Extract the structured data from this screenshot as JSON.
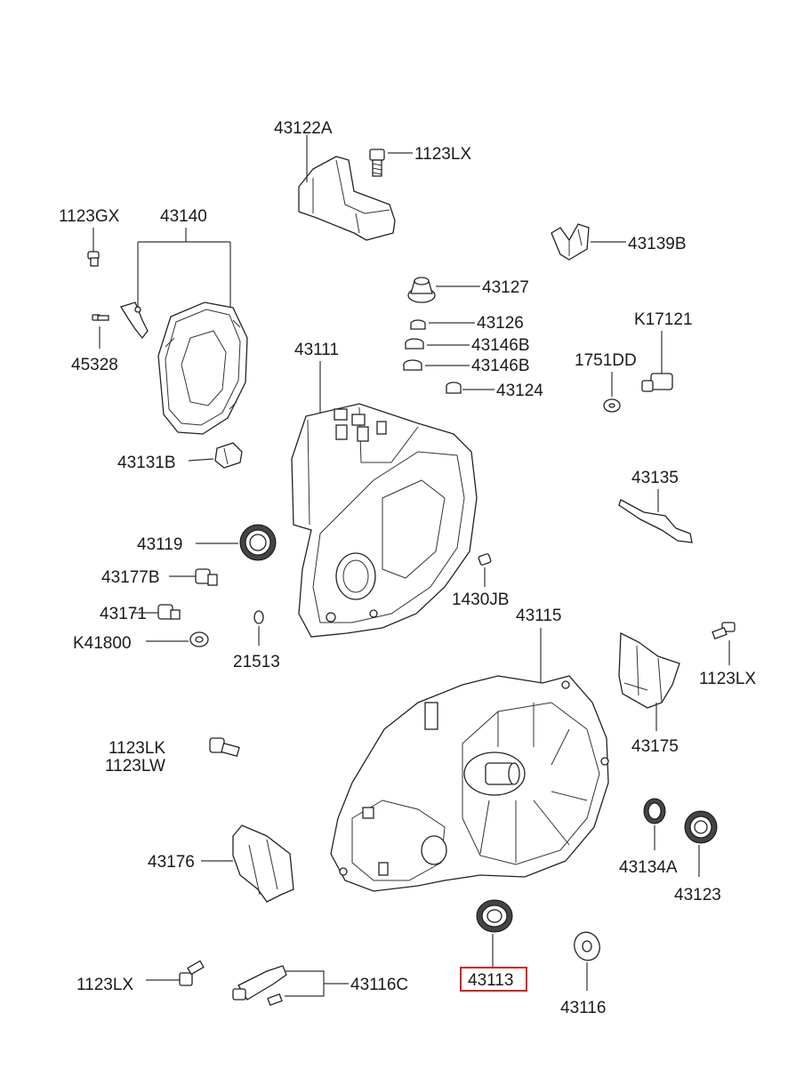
{
  "diagram": {
    "highlight_color": "#d42020",
    "labels": {
      "p43122A": "43122A",
      "p1123LX_top": "1123LX",
      "p1123GX": "1123GX",
      "p43140": "43140",
      "p43139B": "43139B",
      "p43127": "43127",
      "p43126": "43126",
      "p43146B_1": "43146B",
      "p43146B_2": "43146B",
      "p43124": "43124",
      "pK17121": "K17121",
      "p1751DD": "1751DD",
      "p45328": "45328",
      "p43111": "43111",
      "p43131B": "43131B",
      "p43135": "43135",
      "p43119": "43119",
      "p43177B": "43177B",
      "p1430JB": "1430JB",
      "p43171": "43171",
      "p43115": "43115",
      "pK41800": "K41800",
      "p21513": "21513",
      "p1123LX_right": "1123LX",
      "p43175": "43175",
      "p1123LK": "1123LK",
      "p1123LW": "1123LW",
      "p43176": "43176",
      "p43134A": "43134A",
      "p43123": "43123",
      "p1123LX_bottom": "1123LX",
      "p43116C": "43116C",
      "p43113": "43113",
      "p43116": "43116"
    }
  }
}
